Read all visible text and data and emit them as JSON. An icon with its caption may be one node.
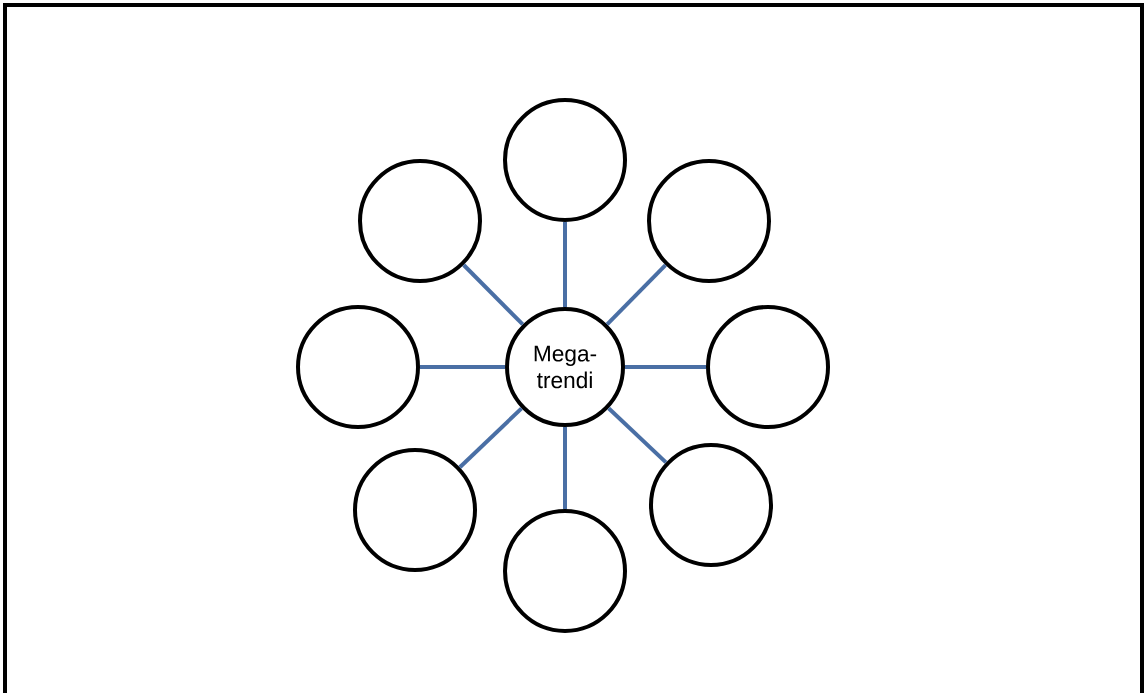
{
  "diagram": {
    "nodes": [
      {
        "text": [
          "Mega-trendi"
        ]
      },
      {
        "text": [],
        "shape": "circle"
      },
      {
        "text": [],
        "shape": "circle"
      },
      {
        "text": [],
        "shape": "circle"
      },
      {
        "text": [],
        "shape": "circle"
      },
      {
        "text": [],
        "shape": "circle"
      },
      {
        "text": [],
        "shape": "circle"
      },
      {
        "text": [],
        "shape": "circle"
      },
      {
        "text": [],
        "shape": "circle"
      }
    ],
    "edges": [
      {
        "from": 0,
        "to": 1,
        "arrow": "none"
      },
      {
        "from": 0,
        "to": 2,
        "arrow": "none"
      },
      {
        "from": 0,
        "to": 3,
        "arrow": "none"
      },
      {
        "from": 0,
        "to": 4,
        "arrow": "none"
      },
      {
        "from": 0,
        "to": 5,
        "arrow": "none"
      },
      {
        "from": 0,
        "to": 6,
        "arrow": "none"
      },
      {
        "from": 0,
        "to": 7,
        "arrow": "none"
      },
      {
        "from": 0,
        "to": 8,
        "arrow": "none"
      }
    ]
  }
}
